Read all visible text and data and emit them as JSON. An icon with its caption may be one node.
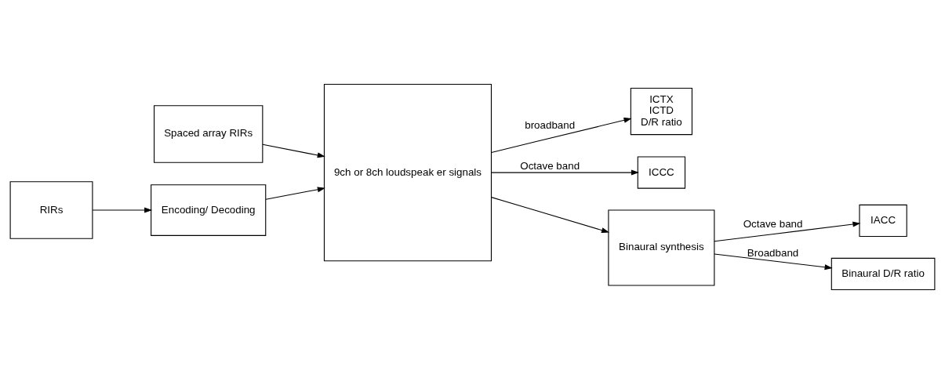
{
  "diagram": {
    "nodes": [
      {
        "text": [
          "Spaced array RIRs"
        ]
      },
      {
        "text": [
          "RIRs"
        ]
      },
      {
        "text": [
          "Encoding/ Decoding"
        ]
      },
      {
        "text": [
          "9ch or 8ch loudspeak er signals"
        ]
      },
      {
        "text": [
          "ICTX",
          "ICTD",
          "D/R ratio"
        ]
      },
      {
        "text": [
          "ICCC"
        ]
      },
      {
        "text": [
          "Binaural synthesis"
        ]
      },
      {
        "text": [
          "IACC"
        ]
      },
      {
        "text": [
          "Binaural D/R ratio"
        ]
      }
    ],
    "edges": [
      {
        "from": 0,
        "to": 3,
        "arrow": "to"
      },
      {
        "from": 1,
        "to": 2,
        "arrow": "to"
      },
      {
        "from": 2,
        "to": 3,
        "arrow": "to"
      },
      {
        "from": 3,
        "to": 4,
        "arrow": "to",
        "label": "broadband"
      },
      {
        "from": 3,
        "to": 5,
        "arrow": "to",
        "label": "Octave band"
      },
      {
        "from": 3,
        "to": 6,
        "arrow": "to"
      },
      {
        "from": 6,
        "to": 7,
        "arrow": "to",
        "label": "Octave band"
      },
      {
        "from": 6,
        "to": 8,
        "arrow": "to",
        "label": "Broadband"
      }
    ]
  }
}
